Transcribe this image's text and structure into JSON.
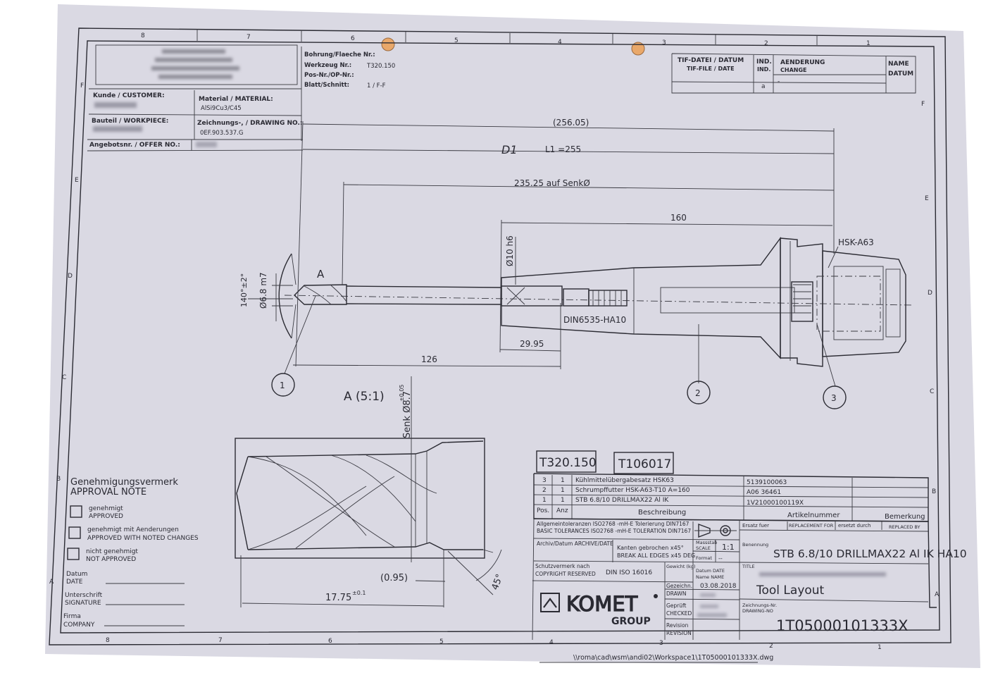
{
  "frame": {
    "columns_top": [
      "8",
      "7",
      "6",
      "5",
      "4",
      "3",
      "2",
      "1"
    ],
    "columns_bottom": [
      "8",
      "7",
      "6",
      "5",
      "4",
      "3",
      "2",
      "1"
    ],
    "rows_left": [
      "F",
      "E",
      "D",
      "C",
      "B",
      "A"
    ],
    "rows_right": [
      "F",
      "E",
      "D",
      "C",
      "B",
      "A"
    ]
  },
  "header": {
    "bohrung_label": "Bohrung/Flaeche Nr.:",
    "werkzeug_label": "Werkzeug Nr.:",
    "werkzeug_value": "T320.150",
    "posnr_label": "Pos-Nr./OP-Nr.:",
    "blatt_label": "Blatt/Schnitt:",
    "blatt_value": "1 / F-F",
    "customer_label": "Kunde / CUSTOMER:",
    "material_label": "Material / MATERIAL:",
    "material_value": "AlSi9Cu3/C45",
    "workpiece_label": "Bauteil / WORKPIECE:",
    "drawing_no_label": "Zeichnungs-, / DRAWING NO.:",
    "drawing_no_value": "0EF.903.537.G",
    "offer_label": "Angebotsnr. / OFFER NO.:"
  },
  "revision_block": {
    "tif_label_1": "TIF-DATEI / DATUM",
    "tif_label_2": "TIF-FILE / DATE",
    "ind_label_1": "IND.",
    "ind_label_2": "IND.",
    "change_label_1": "AENDERUNG",
    "change_label_2": "CHANGE",
    "name_label": "NAME",
    "datum_label": "DATUM",
    "ind_value": "a",
    "change_value": "-"
  },
  "drawing": {
    "dim_overall": "(256.05)",
    "dim_l1_mark": "D1",
    "dim_l1": "L1 =255",
    "dim_senk": "235.25 auf SenkØ",
    "dim_160": "160",
    "hsk_label": "HSK-A63",
    "dia_shank": "Ø10 h6",
    "dia_drill": "Ø6.8 m7",
    "angle": "140°±2°",
    "view_marker": "A",
    "din_label": "DIN6535-HA10",
    "dim_2995": "29.95",
    "dim_126": "126",
    "balloon_1": "1",
    "balloon_2": "2",
    "balloon_3": "3"
  },
  "detail": {
    "title": "A (5:1)",
    "senk_label": "Senk Ø8.7",
    "senk_tol": "±0.05",
    "dim_095": "(0.95)",
    "dim_1775": "17.75",
    "dim_1775_tol": "±0.1",
    "angle_45": "45°"
  },
  "approval": {
    "title_de": "Genehmigungsvermerk",
    "title_en": "APPROVAL NOTE",
    "opt1_de": "genehmigt",
    "opt1_en": "APPROVED",
    "opt2_de": "genehmigt mit Aenderungen",
    "opt2_en": "APPROVED WITH NOTED CHANGES",
    "opt3_de": "nicht genehmigt",
    "opt3_en": "NOT APPROVED",
    "date_de": "Datum",
    "date_en": "DATE",
    "sig_de": "Unterschrift",
    "sig_en": "SIGNATURE",
    "company_de": "Firma",
    "company_en": "COMPANY"
  },
  "parts_list": {
    "tool_no_1": "T320.150",
    "tool_no_2": "T106017",
    "rows": [
      {
        "pos": "3",
        "qty": "1",
        "desc": "Kühlmittelübergabesatz HSK63",
        "article": "5139100063"
      },
      {
        "pos": "2",
        "qty": "1",
        "desc": "Schrumpffutter HSK-A63-T10 A=160",
        "article": "A06 36461"
      },
      {
        "pos": "1",
        "qty": "1",
        "desc": "STB 6.8/10 DRILLMAX22 Al IK",
        "article": "1V21000100119X"
      }
    ],
    "hdr_pos": "Pos.",
    "hdr_qty": "Anz",
    "hdr_desc": "Beschreibung",
    "hdr_article": "Artikelnummer",
    "hdr_note": "Bemerkung"
  },
  "title_block": {
    "tol_1": "Allgemeintoleranzen ISO2768 -mH-E  Tolerierung DIN7167",
    "tol_2": "BASIC TOLERANCES ISO2768 -mH-E  TOLERATION DIN7167",
    "ersatz_fuer": "Ersatz fuer",
    "replacement_for": "REPLACEMENT FOR",
    "ersetzt_durch": "ersetzt durch",
    "replaced_by": "REPLACED BY",
    "archive": "Archiv/Datum  ARCHIVE/DATE",
    "edges_1": "Kanten gebrochen  x45°",
    "edges_2": "BREAK ALL EDGES  x45 DEG",
    "scale_label_1": "Massstab",
    "scale_label_2": "SCALE",
    "scale_value": "1:1",
    "format_label": "Format",
    "format_value": "--",
    "benennung": "Benennung",
    "title_value": "STB 6.8/10 DRILLMAX22 Al IK HA10",
    "protect_1": "Schutzvermerk nach",
    "protect_2": "COPYRIGHT RESERVED",
    "din_iso": "DIN ISO 16016",
    "weight": "Gewicht (kg)",
    "datum_lbl": "Datum  DATE",
    "name_lbl": "Name   NAME",
    "title_lbl": "TITLE",
    "drawn_1": "Gezeichn.",
    "drawn_2": "DRAWN",
    "drawn_date": "03.08.2018",
    "checked_1": "Geprüft",
    "checked_2": "CHECKED",
    "revision_1": "Revision",
    "revision_2": "REVISION",
    "subtitle": "Tool Layout",
    "drawing_no_lbl_1": "Zeichnungs-Nr.",
    "drawing_no_lbl_2": "DRAWING-NO",
    "drawing_no": "1T05000101333X",
    "logo_text": "KOMET",
    "logo_sub": "GROUP"
  },
  "file_path": "\\\\roma\\cad\\wsm\\andi02\\Workspace1\\1T05000101333X.dwg"
}
